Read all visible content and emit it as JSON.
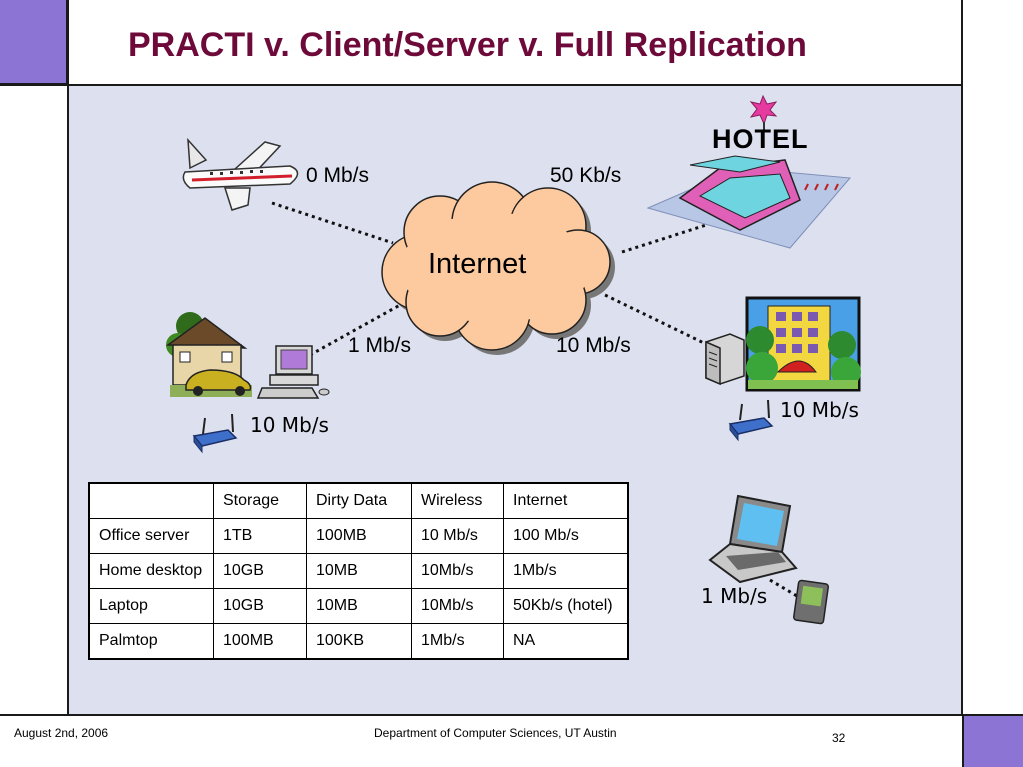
{
  "title": "PRACTI v. Client/Server v. Full Replication",
  "diagram": {
    "cloud_label": "Internet",
    "hotel_sign": "HOTEL",
    "links": {
      "airplane": "0 Mb/s",
      "hotel": "50 Kb/s",
      "home": "1 Mb/s",
      "office": "10 Mb/s",
      "home_wireless": "10 Mb/s",
      "office_wireless": "10 Mb/s",
      "palmtop": "1 Mb/s"
    }
  },
  "table": {
    "headers": [
      "",
      "Storage",
      "Dirty Data",
      "Wireless",
      "Internet"
    ],
    "rows": [
      [
        "Office server",
        "1TB",
        "100MB",
        "10 Mb/s",
        "100 Mb/s"
      ],
      [
        "Home desktop",
        "10GB",
        "10MB",
        "10Mb/s",
        "1Mb/s"
      ],
      [
        "Laptop",
        "10GB",
        "10MB",
        "10Mb/s",
        "50Kb/s (hotel)"
      ],
      [
        "Palmtop",
        "100MB",
        "100KB",
        "1Mb/s",
        "NA"
      ]
    ]
  },
  "footer": {
    "date": "August 2nd, 2006",
    "department": "Department of Computer Sciences, UT Austin",
    "page": "32"
  }
}
